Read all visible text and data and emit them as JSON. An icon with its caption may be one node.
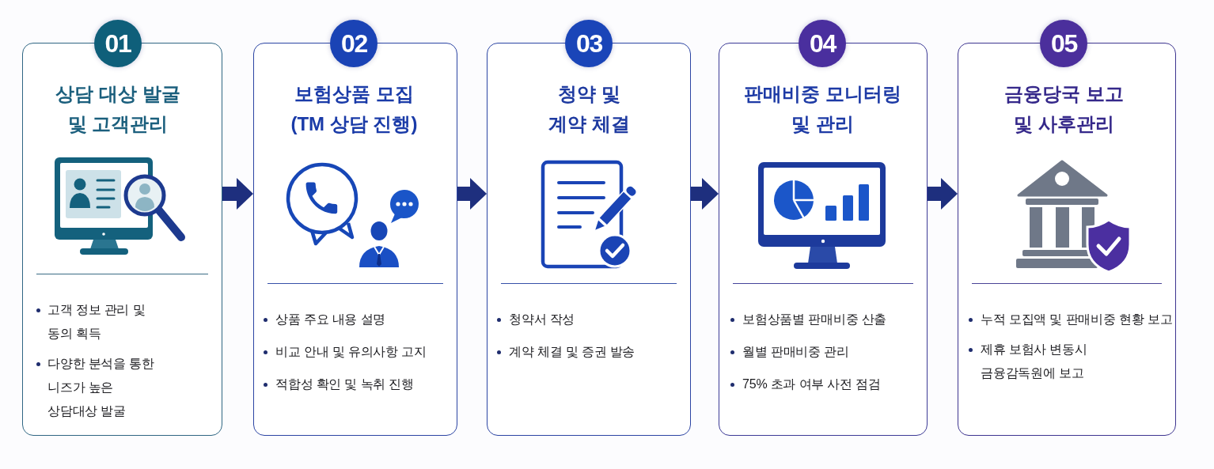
{
  "diagram": {
    "nodes": [
      {
        "text": [
          "01",
          "상담 대상 발굴 및 고객관리",
          "고객 정보 관리 및 동의 획득",
          "다양한 분석을 통한 니즈가 높은 상담대상 발굴"
        ]
      },
      {
        "text": [
          "02",
          "보험상품 모집 (TM 상담 진행)",
          "상품 주요 내용 설명",
          "비교 안내 및 유의사항 고지",
          "적합성 확인 및 녹취 진행"
        ]
      },
      {
        "text": [
          "03",
          "청약 및 계약 체결",
          "청약서 작성",
          "계약 체결 및 증권 발송"
        ]
      },
      {
        "text": [
          "04",
          "판매비중 모니터링 및 관리",
          "보험상품별 판매비중 산출",
          "월별 판매비중 관리",
          "75% 초과 여부 사전 점검"
        ]
      },
      {
        "text": [
          "05",
          "금융당국 보고 및 사후관리",
          "누적 모집액 및 판매비중 현황 보고",
          "제휴 보험사 변동시 금융감독원에 보고"
        ]
      }
    ],
    "edges": [
      {
        "from": 0,
        "to": 1,
        "arrow": "to"
      },
      {
        "from": 1,
        "to": 2,
        "arrow": "to"
      },
      {
        "from": 2,
        "to": 3,
        "arrow": "to"
      },
      {
        "from": 3,
        "to": 4,
        "arrow": "to"
      }
    ]
  }
}
